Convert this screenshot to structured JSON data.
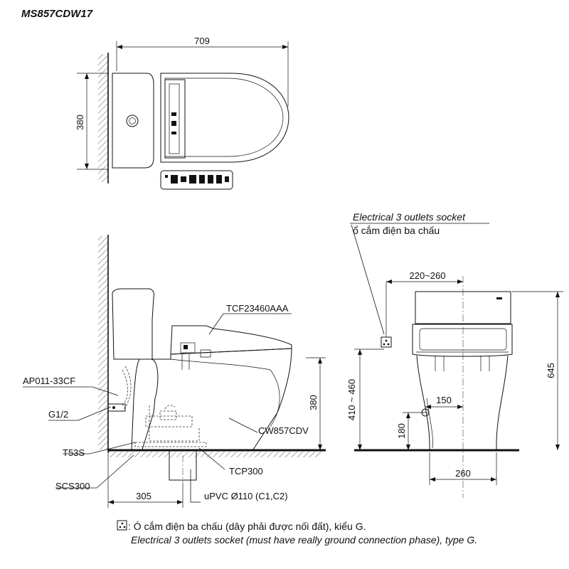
{
  "model_title": "MS857CDW17",
  "top_view": {
    "dim_width": "709",
    "dim_depth": "380"
  },
  "side_view": {
    "label_seat": "TCF23460AAA",
    "label_fill_valve": "AP011-33CF",
    "label_inlet": "G1/2",
    "label_flapper": "T53S",
    "label_supply": "SCS300",
    "label_bowl": "CW857CDV",
    "label_flange": "TCP300",
    "label_pipe": "uPVC Ø110 (C1,C2)",
    "dim_rough_in": "305",
    "dim_seat_height": "380"
  },
  "front_view": {
    "socket_label_en": "Electrical 3 outlets socket",
    "socket_label_vi": "ổ cắm điện ba chấu",
    "dim_socket_offset": "220~260",
    "dim_socket_height": "410 ~ 460",
    "dim_height": "645",
    "dim_inlet_offset": "150",
    "dim_inlet_height": "180",
    "dim_base_width": "260"
  },
  "legend": {
    "line_vi": ": Ó cắm điện ba chấu (dây phải được nối đất), kiểu G.",
    "line_en": "Electrical 3 outlets socket (must have really ground connection phase), type G."
  }
}
